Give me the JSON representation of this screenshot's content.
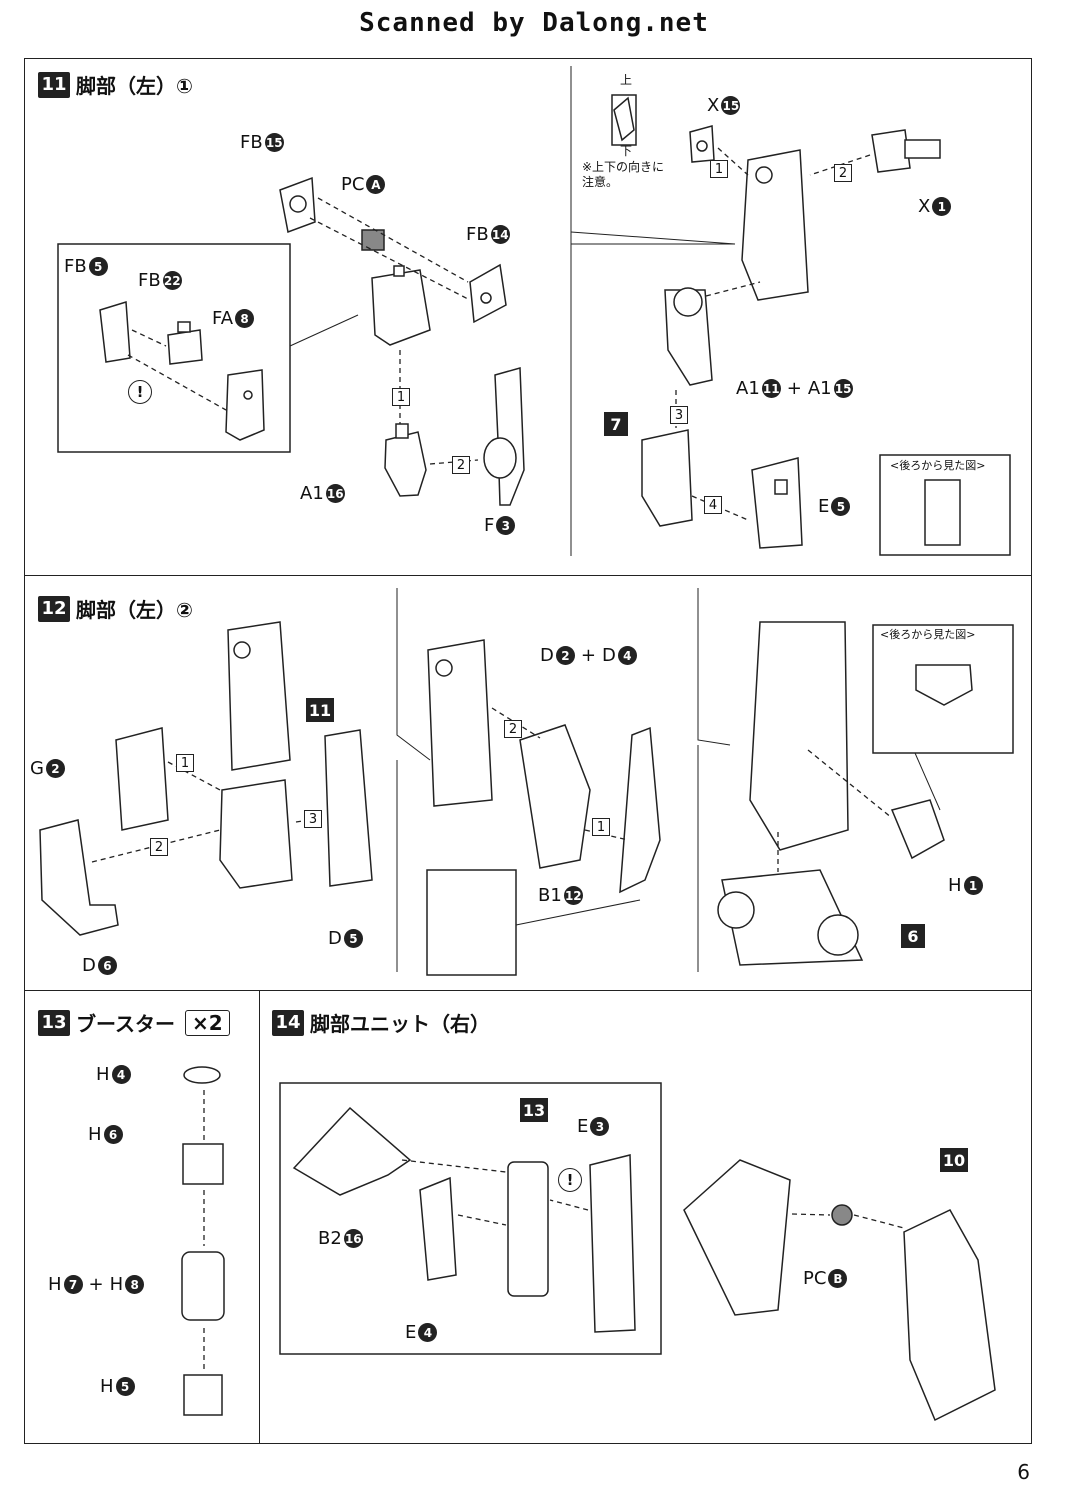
{
  "header": "Scanned by Dalong.net",
  "page_number": "6",
  "steps": {
    "s11": {
      "num": "11",
      "title": "脚部（左）①"
    },
    "s12": {
      "num": "12",
      "title": "脚部（左）②"
    },
    "s13": {
      "num": "13",
      "title": "ブースター",
      "multiplier": "×2"
    },
    "s14": {
      "num": "14",
      "title": "脚部ユニット（右）"
    }
  },
  "notes": {
    "up": "上",
    "down": "下",
    "orientation_note": "※上下の向きに注意。",
    "back_view": "<後ろから見た図>"
  },
  "parts": {
    "fb15": {
      "letter": "FB",
      "num": "15"
    },
    "pca": {
      "letter": "PC",
      "num": "A"
    },
    "fb14": {
      "letter": "FB",
      "num": "14"
    },
    "fb5": {
      "letter": "FB",
      "num": "5"
    },
    "fb22": {
      "letter": "FB",
      "num": "22"
    },
    "fa8": {
      "letter": "FA",
      "num": "8"
    },
    "a116": {
      "letter": "A1",
      "num": "16"
    },
    "f3": {
      "letter": "F",
      "num": "3"
    },
    "x15": {
      "letter": "X",
      "num": "15"
    },
    "x1": {
      "letter": "X",
      "num": "1"
    },
    "a111": {
      "letter": "A1",
      "num": "11"
    },
    "a115": {
      "letter": "A1",
      "num": "15"
    },
    "e5": {
      "letter": "E",
      "num": "5"
    },
    "g2": {
      "letter": "G",
      "num": "2"
    },
    "d6": {
      "letter": "D",
      "num": "6"
    },
    "d5": {
      "letter": "D",
      "num": "5"
    },
    "d2": {
      "letter": "D",
      "num": "2"
    },
    "d4": {
      "letter": "D",
      "num": "4"
    },
    "b112": {
      "letter": "B1",
      "num": "12"
    },
    "h1": {
      "letter": "H",
      "num": "1"
    },
    "h4": {
      "letter": "H",
      "num": "4"
    },
    "h6": {
      "letter": "H",
      "num": "6"
    },
    "h7": {
      "letter": "H",
      "num": "7"
    },
    "h8": {
      "letter": "H",
      "num": "8"
    },
    "h5": {
      "letter": "H",
      "num": "5"
    },
    "b216": {
      "letter": "B2",
      "num": "16"
    },
    "e4": {
      "letter": "E",
      "num": "4"
    },
    "e3": {
      "letter": "E",
      "num": "3"
    },
    "pcb": {
      "letter": "PC",
      "num": "B"
    }
  },
  "plus": "+",
  "warn": "!",
  "seq": [
    "1",
    "2",
    "3",
    "4"
  ],
  "refs": {
    "r7": "7",
    "r11": "11",
    "r6": "6",
    "r13": "13",
    "r10": "10"
  }
}
